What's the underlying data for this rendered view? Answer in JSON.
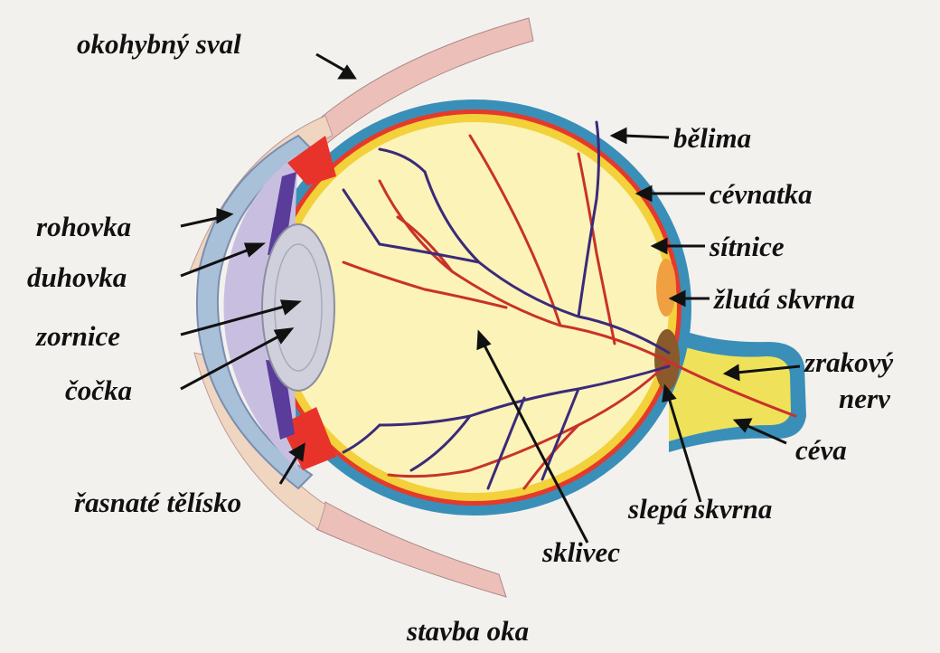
{
  "title": "stavba oka",
  "labels": {
    "okohybny_sval": "okohybný sval",
    "rohovka": "rohovka",
    "duhovka": "duhovka",
    "zornice": "zornice",
    "cocka": "čočka",
    "rasnate_telisko": "řasnaté tělísko",
    "belima": "bělima",
    "cevnatka": "cévnatka",
    "sitnice": "sítnice",
    "zluta_skvrna": "žlutá skvrna",
    "zrakovy": "zrakový",
    "nerv": "nerv",
    "ceva": "céva",
    "slepa_skvrna": "slepá skvrna",
    "sklivec": "sklivec"
  },
  "colors": {
    "sclera": "#3a8fb8",
    "choroid": "#e53a2a",
    "retina": "#f2d13a",
    "vitreous": "#fbf3b8",
    "cornea": "#b9b4d6",
    "lens": "#cfd0dc",
    "iris": "#5a3c9a",
    "ciliary": "#e8332b",
    "veins": "#3b2a7a",
    "arteries": "#c8322a",
    "macula": "#f0a040",
    "blind_spot": "#8a5a2a",
    "nerve": "#efe25a",
    "muscle": "#e9b7b0"
  }
}
